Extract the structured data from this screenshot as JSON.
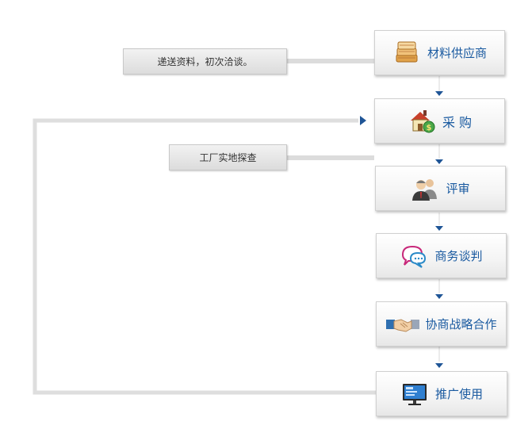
{
  "diagram": {
    "steps": [
      {
        "label": "材料供应商",
        "icon": "box-stack-icon"
      },
      {
        "label": "采 购",
        "icon": "house-money-icon"
      },
      {
        "label": "评审",
        "icon": "people-icon"
      },
      {
        "label": "商务谈判",
        "icon": "chat-bubbles-icon"
      },
      {
        "label": "协商战略合作",
        "icon": "handshake-icon"
      },
      {
        "label": "推广使用",
        "icon": "monitor-icon"
      }
    ],
    "notes": [
      {
        "text": "递送资料，初次洽谈。"
      },
      {
        "text": "工厂实地探查"
      }
    ]
  },
  "colors": {
    "label": "#1a5aa0",
    "arrow": "#1f5596",
    "connector": "#dcdcdc"
  }
}
